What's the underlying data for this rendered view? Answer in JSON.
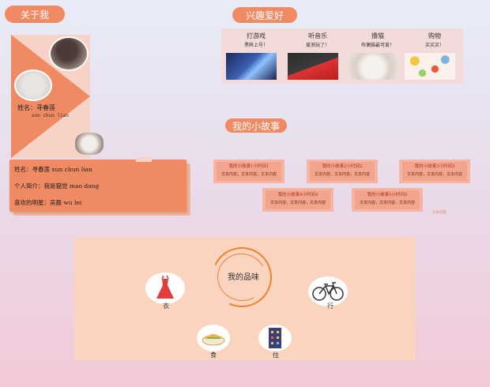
{
  "about": {
    "title": "关于我",
    "card_name": "姓名：寻春莲",
    "card_pinyin": "xun chun lian",
    "info": [
      "姓名：寻春莲 xun chun lian",
      "个人简介：我是猫党 mao dang",
      "喜欢的明星：吴磊 wu lei"
    ]
  },
  "hobbies": {
    "title": "兴趣爱好",
    "items": [
      {
        "title": "打游戏",
        "sub": "黑眸上号！"
      },
      {
        "title": "听音乐",
        "sub": "爱测玩了！"
      },
      {
        "title": "撸猫",
        "sub": "布偶猫最可爱！"
      },
      {
        "title": "购物",
        "sub": "买买买！"
      }
    ]
  },
  "stories": {
    "title": "我的小故事",
    "items": [
      {
        "title": "我的小故事1小时间1",
        "text": "文本内容，文本内容，文本内容"
      },
      {
        "title": "我的小故事2小时间2",
        "text": "文本内容，文本内容，文本内容"
      },
      {
        "title": "我的小故事3小时间3",
        "text": "文本内容，文本内容，文本内容"
      },
      {
        "title": "我的小故事4小时间4",
        "text": "文本内容，文本内容，文本内容"
      },
      {
        "title": "我的小故事5小时间5",
        "text": "文本内容，文本内容，文本内容"
      }
    ],
    "side_text": "文本内容"
  },
  "taste": {
    "title": "我的品味",
    "items": [
      {
        "label": "衣",
        "icon": "dress-icon"
      },
      {
        "label": "行",
        "icon": "bicycle-icon"
      },
      {
        "label": "食",
        "icon": "food-icon"
      },
      {
        "label": "住",
        "icon": "building-icon"
      }
    ]
  },
  "colors": {
    "accent": "#f08a62",
    "panel": "#fbd4c0"
  }
}
